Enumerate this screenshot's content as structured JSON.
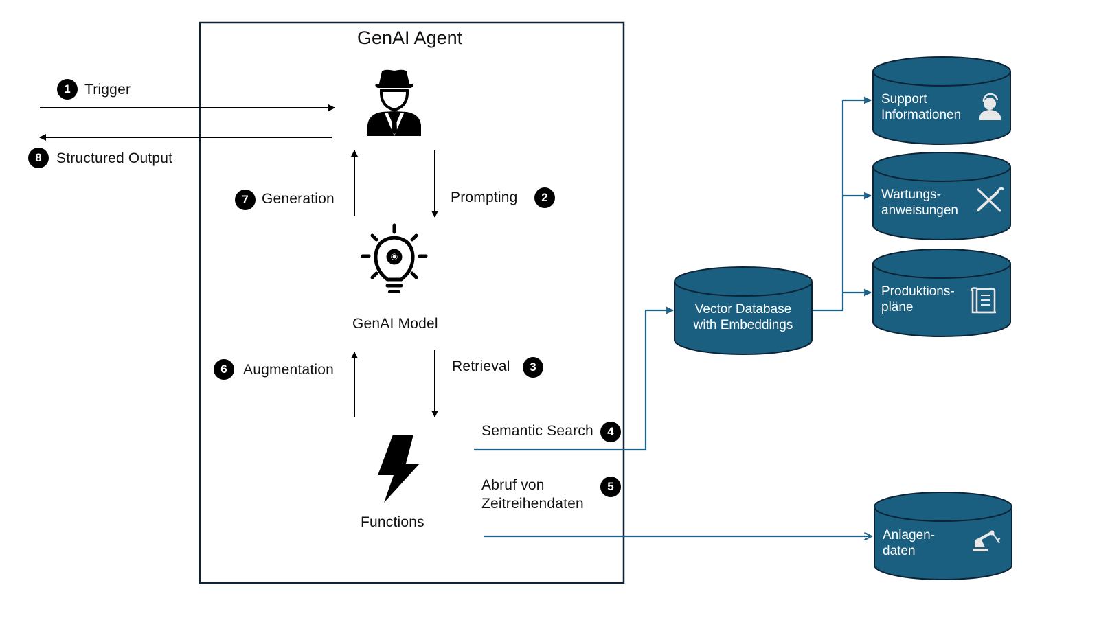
{
  "agent": {
    "title": "GenAI Agent",
    "agent_icon": "spy-agent-icon",
    "model_label": "GenAI Model",
    "model_icon": "lightbulb-gear-icon",
    "functions_label": "Functions",
    "functions_icon": "lightning-bolt-icon"
  },
  "steps": [
    {
      "number": "1",
      "label": "Trigger"
    },
    {
      "number": "2",
      "label": "Prompting"
    },
    {
      "number": "3",
      "label": "Retrieval"
    },
    {
      "number": "4",
      "label": "Semantic Search"
    },
    {
      "number": "5",
      "label_line1": "Abruf von",
      "label_line2": "Zeitreihendaten"
    },
    {
      "number": "6",
      "label": "Augmentation"
    },
    {
      "number": "7",
      "label": "Generation"
    },
    {
      "number": "8",
      "label": "Structured Output"
    }
  ],
  "databases": {
    "vector": {
      "line1": "Vector Database",
      "line2": "with Embeddings"
    },
    "sources": [
      {
        "line1": "Support",
        "line2": "Informationen",
        "icon": "support-agent-headset-icon"
      },
      {
        "line1": "Wartungs-",
        "line2": "anweisungen",
        "icon": "tools-wrench-screwdriver-icon"
      },
      {
        "line1": "Produktions-",
        "line2": "pläne",
        "icon": "document-scroll-icon"
      }
    ],
    "plant": {
      "line1": "Anlagen-",
      "line2": "daten",
      "icon": "robot-arm-icon"
    }
  },
  "colors": {
    "db_fill": "#1a5e80",
    "db_stroke": "#0d2436",
    "connector": "#1f6288",
    "box_stroke": "#0f2233",
    "arrow": "#000000",
    "icon_light": "#e8e8e8"
  }
}
